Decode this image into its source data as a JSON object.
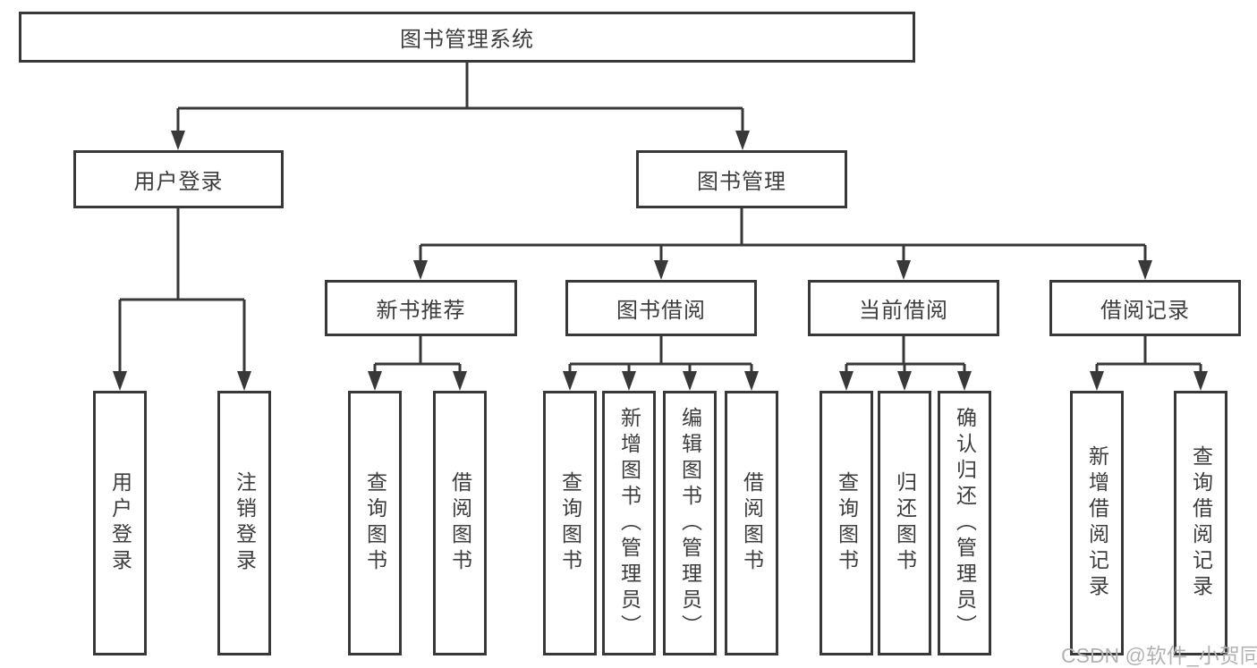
{
  "diagram": {
    "type": "hierarchy-tree",
    "root": {
      "label": "图书管理系统",
      "children": [
        {
          "label": "用户登录",
          "children": [
            {
              "label": "用户登录"
            },
            {
              "label": "注销登录"
            }
          ]
        },
        {
          "label": "图书管理",
          "children": [
            {
              "label": "新书推荐",
              "children": [
                {
                  "label": "查询图书"
                },
                {
                  "label": "借阅图书"
                }
              ]
            },
            {
              "label": "图书借阅",
              "children": [
                {
                  "label": "查询图书"
                },
                {
                  "label": "新增图书（管理员）"
                },
                {
                  "label": "编辑图书（管理员）"
                },
                {
                  "label": "借阅图书"
                }
              ]
            },
            {
              "label": "当前借阅",
              "children": [
                {
                  "label": "查询图书"
                },
                {
                  "label": "归还图书"
                },
                {
                  "label": "确认归还（管理员）"
                }
              ]
            },
            {
              "label": "借阅记录",
              "children": [
                {
                  "label": "新增借阅记录"
                },
                {
                  "label": "查询借阅记录"
                }
              ]
            }
          ]
        }
      ]
    },
    "colors": {
      "line": "#383838",
      "text": "#3d3d3d",
      "box_background": "#ffffff"
    }
  },
  "watermark": {
    "text": "CSDN @软件_小贺同学",
    "color": "#b3b2b2"
  }
}
